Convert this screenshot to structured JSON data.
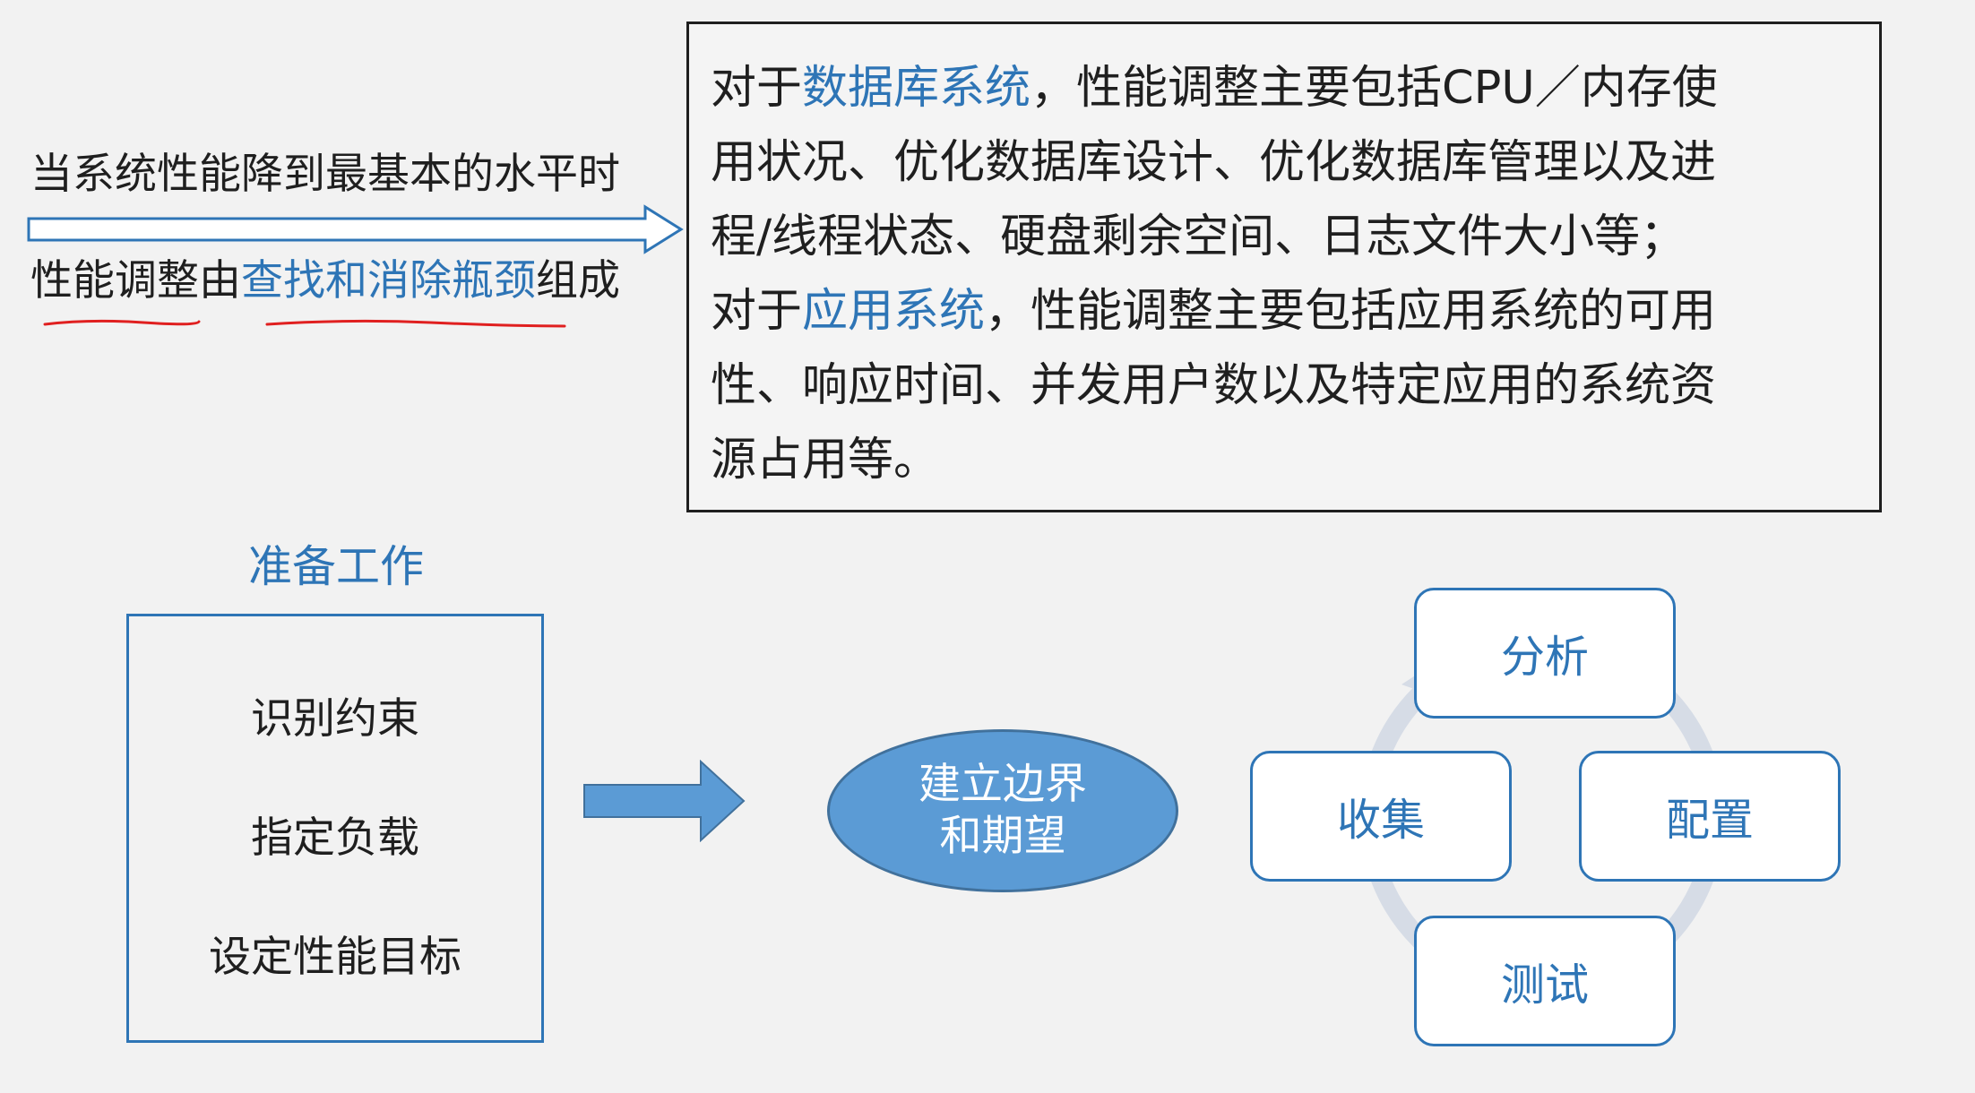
{
  "top_left": {
    "line1": "当系统性能降到最基本的水平时",
    "line2_part1": "性能调整由",
    "line2_highlight": "查找和消除瓶颈",
    "line2_part2": "组成"
  },
  "info_box": {
    "l1_a": "对于",
    "l1_highlight": "数据库系统",
    "l1_b": "，性能调整主要包括CPU／内存使",
    "l2": "用状况、优化数据库设计、优化数据库管理以及进",
    "l3": "程/线程状态、硬盘剩余空间、日志文件大小等；",
    "l4_a": "对于",
    "l4_highlight": "应用系统",
    "l4_b": "，性能调整主要包括应用系统的可用",
    "l5": "性、响应时间、并发用户数以及特定应用的系统资",
    "l6": "源占用等。"
  },
  "prep": {
    "title": "准备工作",
    "items": [
      "识别约束",
      "指定负载",
      "设定性能目标"
    ]
  },
  "ellipse": {
    "line1": "建立边界",
    "line2": "和期望"
  },
  "cycle": {
    "top": "分析",
    "left": "收集",
    "right": "配置",
    "bottom": "测试"
  },
  "colors": {
    "accent": "#2e75b6",
    "ellipse_fill": "#5b9bd5",
    "cycle_ring": "#d6dce6",
    "arrow_fill": "#5b9bd5",
    "annotation_red": "#e02020"
  }
}
